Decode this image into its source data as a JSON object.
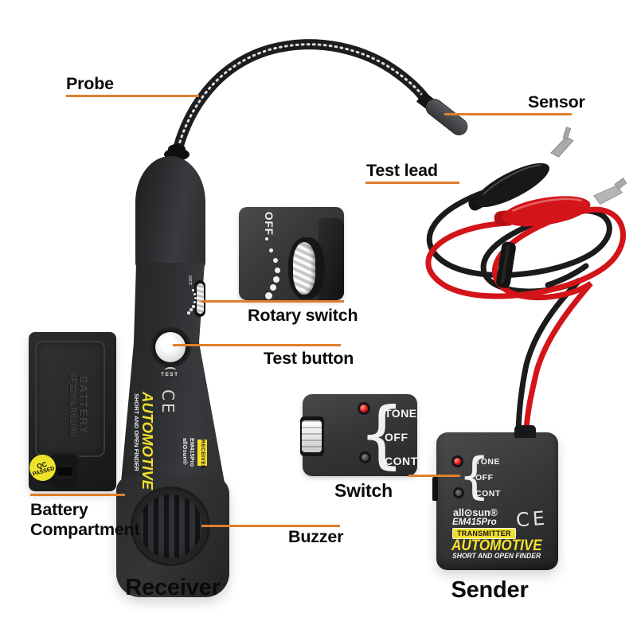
{
  "colors": {
    "accent": "#DF7F2D",
    "device_body": "#2E2F31",
    "print_yellow": "#F2DF2D",
    "wire_red": "#D31418",
    "wire_black": "#1B1B1B"
  },
  "callouts": {
    "probe": "Probe",
    "sensor": "Sensor",
    "test_lead": "Test lead",
    "rotary_switch": "Rotary switch",
    "test_button": "Test button",
    "switch": "Switch",
    "battery_line1": "Battery",
    "battery_line2": "Compartment",
    "buzzer": "Buzzer",
    "receiver": "Receiver",
    "sender": "Sender"
  },
  "receiver": {
    "test_label": "TEST",
    "side_off": "OFF",
    "print": {
      "title": "AUTOMOTIVE",
      "subtitle": "SHORT AND OPEN FINDER",
      "brand": "all⊙sun®",
      "model": "EM415Pro",
      "badge": "RECEIVER",
      "ce_mark": "CE"
    }
  },
  "battery": {
    "embossed_line1": "BATTERY",
    "embossed_line2": "6F22/6LR61/9V",
    "sticker_line1": "QC",
    "sticker_line2": "PASSED"
  },
  "rotary_inset": {
    "off": "OFF"
  },
  "switch_inset": {
    "tone": "TONE",
    "off": "OFF",
    "cont": "CONT",
    "brace": "{"
  },
  "sender_device": {
    "tone": "TONE",
    "off": "OFF",
    "cont": "CONT",
    "brace": "{",
    "brand": "all⊙sun®",
    "model": "EM415Pro",
    "badge": "TRANSMITTER",
    "title": "AUTOMOTIVE",
    "subtitle": "SHORT AND OPEN FINDER",
    "ce_mark": "CE"
  }
}
